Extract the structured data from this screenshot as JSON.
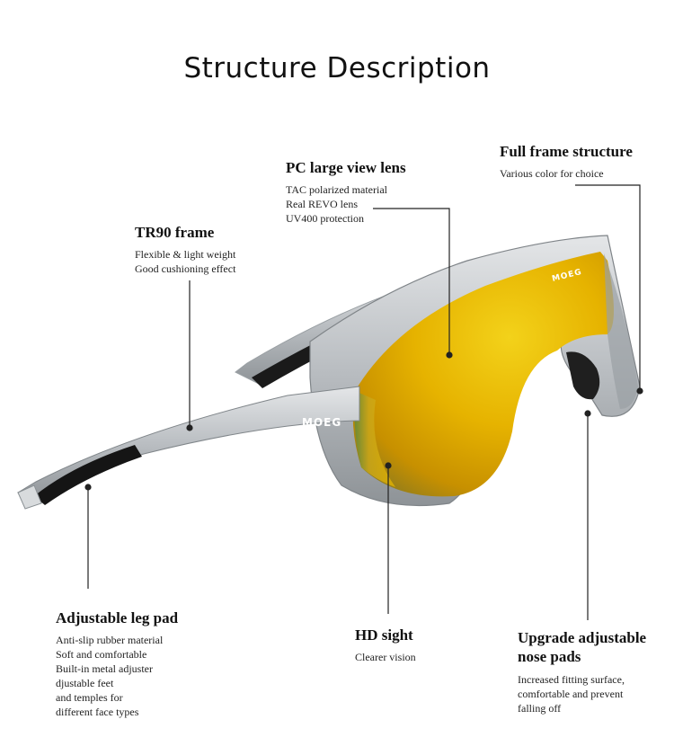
{
  "page_title": "Structure Description",
  "brand": "MOEG",
  "callouts": [
    {
      "id": "tr90",
      "title": "TR90  frame",
      "lines": [
        "Flexible & light weight",
        "Good cushioning effect"
      ]
    },
    {
      "id": "lens",
      "title": "PC large view lens",
      "lines": [
        "TAC polarized material",
        "Real REVO lens",
        "UV400 protection"
      ]
    },
    {
      "id": "fullframe",
      "title": "Full frame structure",
      "lines": [
        "Various color for choice"
      ]
    },
    {
      "id": "legpad",
      "title": "Adjustable leg pad",
      "lines": [
        "Anti-slip rubber material",
        "Soft and comfortable",
        "Built-in metal adjuster",
        "djustable feet",
        "and temples for",
        "different face types"
      ]
    },
    {
      "id": "hdsight",
      "title": "HD sight",
      "lines": [
        "Clearer vision"
      ]
    },
    {
      "id": "nosepads",
      "title": "Upgrade adjustable nose pads",
      "lines": [
        "Increased fitting surface,",
        "comfortable and prevent",
        "falling off"
      ]
    }
  ],
  "colors": {
    "lens_gold": "#e8b800",
    "lens_green": "#6f8f3a",
    "frame": "#c9cccf",
    "rubber": "#1a1a1a"
  }
}
